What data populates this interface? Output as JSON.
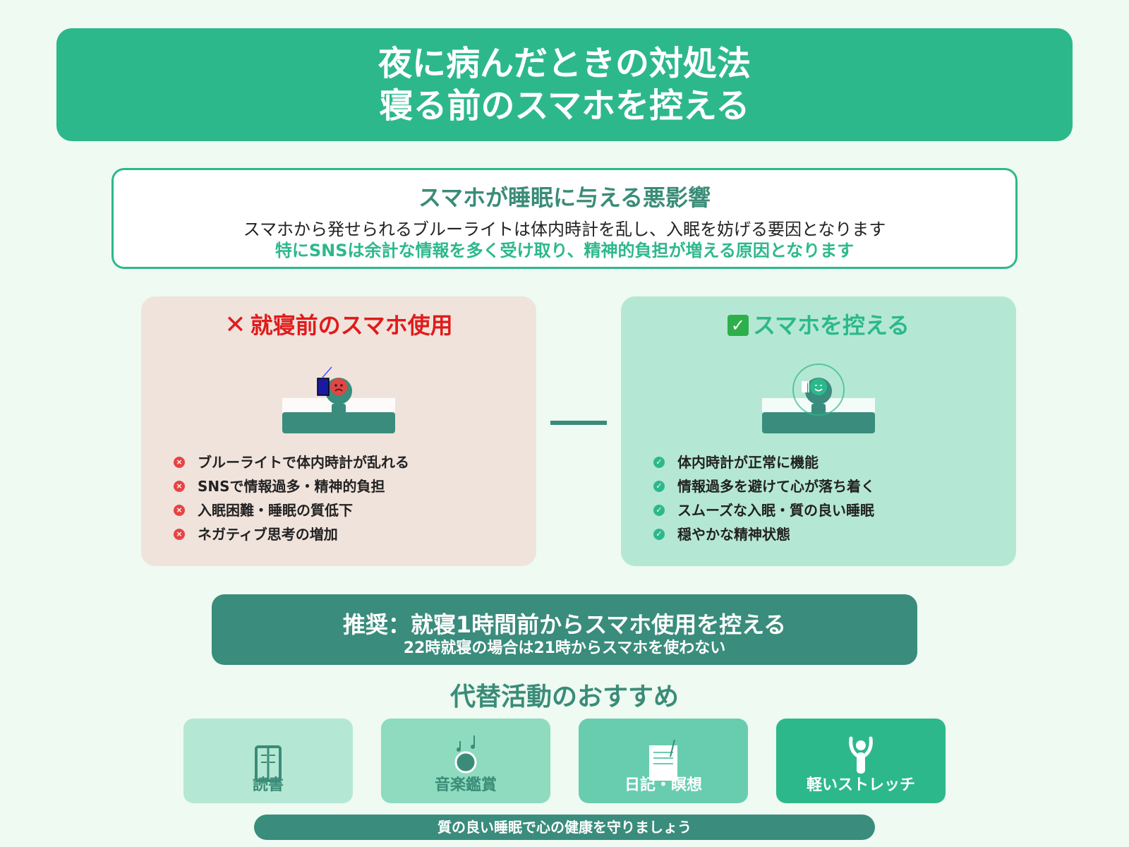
{
  "header": {
    "line1": "夜に病んだときの対処法",
    "line2": "寝る前のスマホを控える"
  },
  "info": {
    "title": "スマホが睡眠に与える悪影響",
    "line1": "スマホから発せられるブルーライトは体内時計を乱し、入眠を妨げる要因となります",
    "line2": "特にSNSは余計な情報を多く受け取り、精神的負担が増える原因となります"
  },
  "bad_panel": {
    "icon": "cross-icon",
    "title": "就寝前のスマホ使用",
    "items": [
      "ブルーライトで体内時計が乱れる",
      "SNSで情報過多・精神的負担",
      "入眠困難・睡眠の質低下",
      "ネガティブ思考の増加"
    ]
  },
  "good_panel": {
    "icon": "check-box-icon",
    "title": "スマホを控える",
    "items": [
      "体内時計が正常に機能",
      "情報過多を避けて心が落ち着く",
      "スムーズな入眠・質の良い睡眠",
      "穏やかな精神状態"
    ]
  },
  "recommendation": {
    "main": "推奨：就寝1時間前からスマホ使用を控える",
    "sub": "22時就寝の場合は21時からスマホを使わない"
  },
  "alternatives": {
    "title": "代替活動のおすすめ",
    "cards": [
      {
        "label": "読書",
        "icon": "book-icon"
      },
      {
        "label": "音楽鑑賞",
        "icon": "music-icon"
      },
      {
        "label": "日記・瞑想",
        "icon": "diary-icon"
      },
      {
        "label": "軽いストレッチ",
        "icon": "stretch-icon"
      }
    ]
  },
  "footer": "質の良い睡眠で心の健康を守りましょう",
  "colors": {
    "accent": "#2db88c",
    "dark": "#3a8c7c",
    "bad": "#e01b1b",
    "bad_bg": "#f0e3dc",
    "good_bg": "#b5e8d4"
  }
}
